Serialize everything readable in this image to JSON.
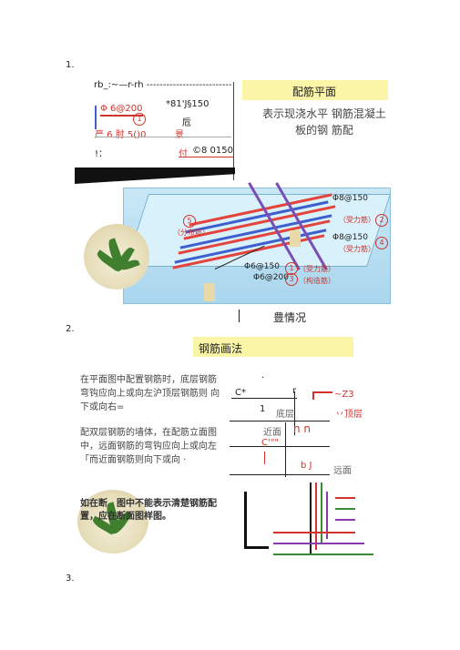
{
  "sections": {
    "s1": "1.",
    "s2": "2.",
    "s3": "3."
  },
  "panel1": {
    "dash_line": "rb_:~—r-rh --------------------------",
    "code1": "*81'J§150",
    "code2": "Φ 6@200",
    "code3": "严 6 肘 5()0",
    "code4": "景",
    "code5": "卮",
    "code6": "!：",
    "code7": "付",
    "code8": "©8 0150"
  },
  "slide1": {
    "title": "配筋平面",
    "text": "表示现浇水平 钢筋混凝土板的钢 筋配",
    "caption": "豊情况"
  },
  "slab_labels": {
    "l1": "Φ8@150",
    "l1b": "（受力筋）",
    "l2": "Φ8@150",
    "l2b": "（受力筋）",
    "l3": "Φ6@150",
    "l3b": "（受力筋）",
    "l4": "Φ6@200",
    "l4b": "（构造筋）",
    "l5": "（分布筋）",
    "n1": "1",
    "n2": "2",
    "n3": "3",
    "n4": "4",
    "n5": "5"
  },
  "slide2": {
    "title": "钢筋画法",
    "para1": "在平面图中配置钢筋时，底层钢筋弯钩应向上或向左沪顶层钢筋则 向下或向右=",
    "para2": "配双层钢筋的墙体，在配筋立面图中，远面钢筋的弯钩应向上或向左「而近面钢筋则向下或向 ·",
    "para3": "如在断　图中不能表示清楚钢筋配置，应在断面图样图。",
    "c_star": "C*",
    "z3": "~Z3",
    "di_ceng": "底层",
    "ding_ceng": "丷顶层",
    "jin_mian": "近面",
    "c_mark": "C'\"\"",
    "nn": "n n",
    "bj": "b J",
    "yuan_mian": "远面",
    "r_mark": "r",
    "one_mark": "1",
    "dot": "·"
  },
  "colors": {
    "accent_red": "#d0342c",
    "highlight_yellow": "#fbf5a8",
    "rebar_blue": "#3e5fd0",
    "rebar_red": "#e4443b",
    "rebar_purple": "#7a4fb3"
  }
}
